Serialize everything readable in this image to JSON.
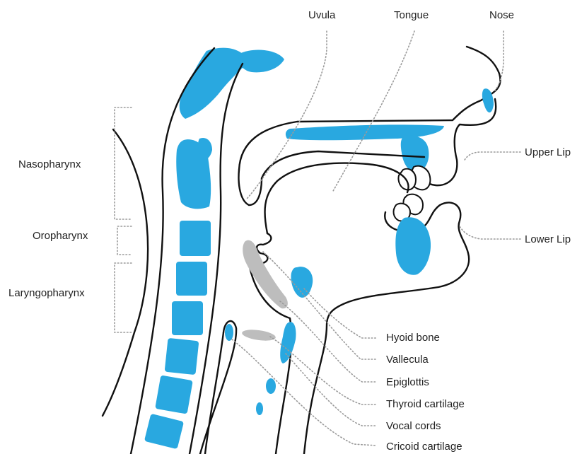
{
  "labels": {
    "uvula": "Uvula",
    "tongue": "Tongue",
    "nose": "Nose",
    "upper_lip": "Upper Lip",
    "lower_lip": "Lower Lip",
    "nasopharynx": "Nasopharynx",
    "oropharynx": "Oropharynx",
    "laryngopharynx": "Laryngopharynx",
    "hyoid_bone": "Hyoid bone",
    "vallecula": "Vallecula",
    "epiglottis": "Epiglottis",
    "thyroid_cartilage": "Thyroid cartilage",
    "vocal_cords": "Vocal cords",
    "cricoid_cartilage": "Cricoid cartilage"
  },
  "colors": {
    "bone": "#29a8e0",
    "cartilage": "#bdbdbd",
    "outline": "#111111",
    "leader": "#9a9a9a",
    "text": "#222222"
  }
}
